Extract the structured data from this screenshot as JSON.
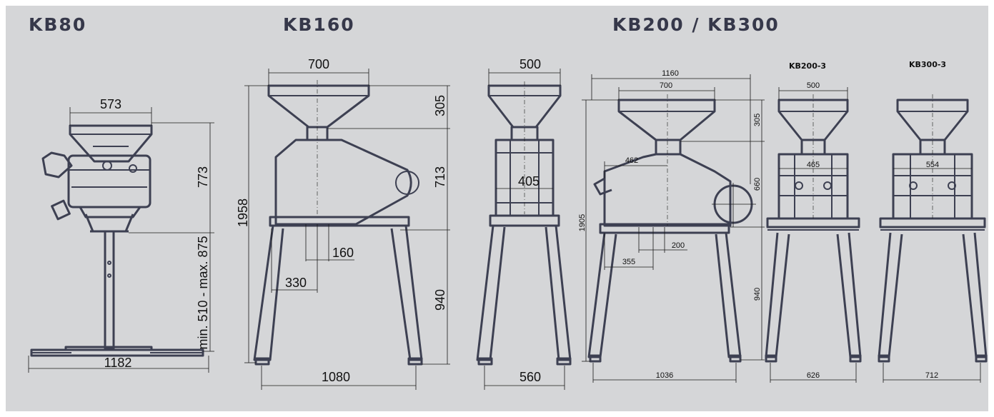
{
  "titles": {
    "kb80": "KB80",
    "kb160": "KB160",
    "kb200_kb300": "KB200 / KB300",
    "kb200_3": "KB200-3",
    "kb300_3": "KB300-3"
  },
  "colors": {
    "panel": "#d5d6d8",
    "machine_line": "#3d4052",
    "title": "#36384a",
    "dimension_text": "#111111"
  },
  "dimensions": {
    "kb80": {
      "hopper_width": "573",
      "hopper_height": "773",
      "stand_height": "min. 510 - max. 875",
      "base_width": "1182"
    },
    "kb160_side": {
      "hopper_width": "700",
      "hopper_height": "305",
      "body_height": "713",
      "total_height": "1958",
      "outlet_width": "160",
      "outlet_offset": "330",
      "leg_height": "940",
      "leg_span": "1080"
    },
    "kb160_front": {
      "hopper_width": "500",
      "body_width": "405",
      "leg_span": "560"
    },
    "kb200_side": {
      "overall_width": "1160",
      "hopper_width": "700",
      "hopper_height": "305",
      "total_height": "1905",
      "inlet_offset": "462",
      "body_height": "660",
      "outlet_width": "200",
      "outlet_offset": "355",
      "leg_height": "940",
      "leg_span": "1036"
    },
    "kb200_3": {
      "hopper_width": "500",
      "body_width": "465",
      "leg_span": "626"
    },
    "kb300_3": {
      "body_width": "554",
      "leg_span": "712"
    }
  }
}
